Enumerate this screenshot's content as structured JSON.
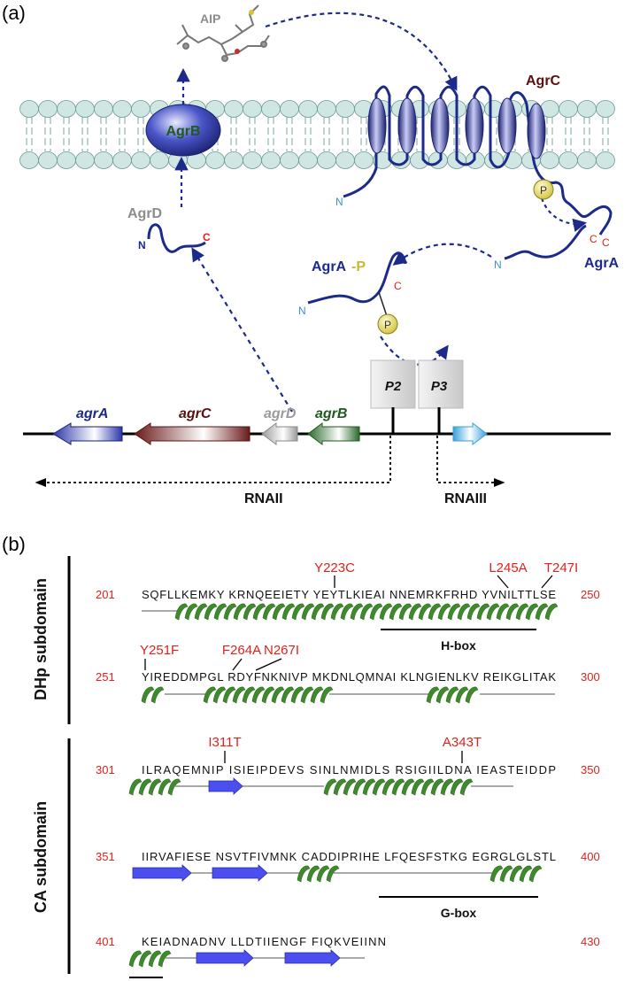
{
  "panel_a": {
    "label": "(a)",
    "aip": "AIP",
    "agrB": "AgrB",
    "agrC": "AgrC",
    "agrD": "AgrD",
    "agrA": "AgrA",
    "agrAP_base": "AgrA",
    "agrAP_suffix": "-P",
    "phospho": "P",
    "n_term": "N",
    "c_term": "C",
    "promoter_p2": "P2",
    "promoter_p3": "P3",
    "genes": {
      "agrA": "agrA",
      "agrC": "agrC",
      "agrD": "agrD",
      "agrB": "agrB"
    },
    "rna2": "RNAII",
    "rna3": "RNAIII",
    "colors": {
      "membrane": "#cfe6e3",
      "protein": "#1c2a8a",
      "agrC_text": "#5a1010",
      "agrB_text": "#1f5a1f",
      "gray_text": "#8c8c8c",
      "phospho": "#e8e070"
    }
  },
  "panel_b": {
    "label": "(b)",
    "dhp_label": "DHp subdomain",
    "ca_label": "CA subdomain",
    "hbox": "H-box",
    "gbox": "G-box",
    "rows": [
      {
        "start": "201",
        "end": "250",
        "seq": "SQFLLKEMKY KRNQEEIETY YEYTLKIEAI NNEMRKFRHD YVNILTTLSE"
      },
      {
        "start": "251",
        "end": "300",
        "seq": "YIREDDMPGL RDYFNKNIVP MKDNLQMNAI KLNGIENLKV REIKGLITAK"
      },
      {
        "start": "301",
        "end": "350",
        "seq": "ILRAQEMNIP ISIEIPDEVS SINLNMIDLS RSIGIILDNA IEASTEIDDP"
      },
      {
        "start": "351",
        "end": "400",
        "seq": "IIRVAFIESE NSVTFIVMNK CADDIPRIHE LFQESFSTKG EGRGLGLSTL"
      },
      {
        "start": "401",
        "end": "430",
        "seq": "KEIADNADNV LLDTIIENGF FIQKVEIINN"
      }
    ],
    "mutations": [
      "Y223C",
      "L245A",
      "T247I",
      "Y251F",
      "F264A",
      "N267I",
      "I311T",
      "A343T"
    ],
    "colors": {
      "helix": "#3f8a2c",
      "strand": "#4b4ff0",
      "mutation": "#e0211d",
      "conserved": "#d02ad0"
    }
  }
}
